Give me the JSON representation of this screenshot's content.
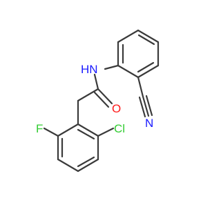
{
  "atoms": {
    "nh": {
      "label": "N",
      "sub": "H",
      "color": "#1a1aff"
    },
    "o": {
      "label": "O",
      "color": "#ff1a1a"
    },
    "n_nitrile": {
      "label": "N",
      "color": "#1a1aff"
    },
    "f": {
      "label": "F",
      "color": "#33cc33"
    },
    "cl": {
      "label": "Cl",
      "color": "#33cc33"
    }
  },
  "bond_color": "#3a3a3a"
}
